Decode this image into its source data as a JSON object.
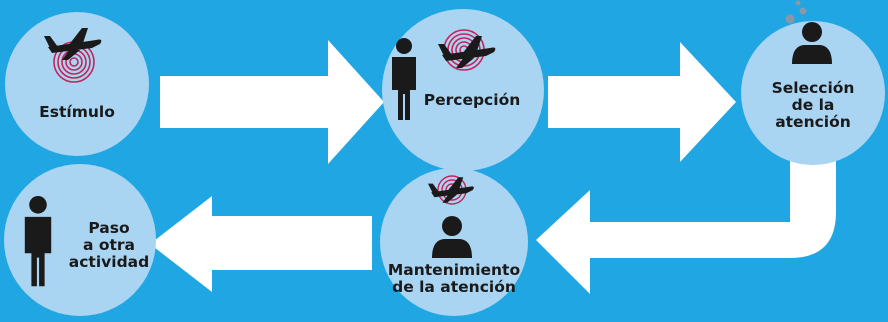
{
  "diagram": {
    "nodes": {
      "estimulo": "Estímulo",
      "percepcion": "Percepción",
      "seleccion": {
        "l1": "Selección",
        "l2": "de la",
        "l3": "atención"
      },
      "mantenimiento": {
        "l1": "Mantenimiento",
        "l2": "de la atención"
      },
      "paso": {
        "l1": "Paso",
        "l2": "a otra",
        "l3": "actividad"
      }
    }
  },
  "colors": {
    "background": "#20a6e3",
    "node": "#a9d4f2",
    "arrow": "#ffffff",
    "icon": "#1a1a1a",
    "radar": "#c4245a"
  },
  "icons": [
    "airplane-icon",
    "radar-waves-icon",
    "person-icon",
    "person-bust-icon",
    "thought-bubble-icon"
  ]
}
